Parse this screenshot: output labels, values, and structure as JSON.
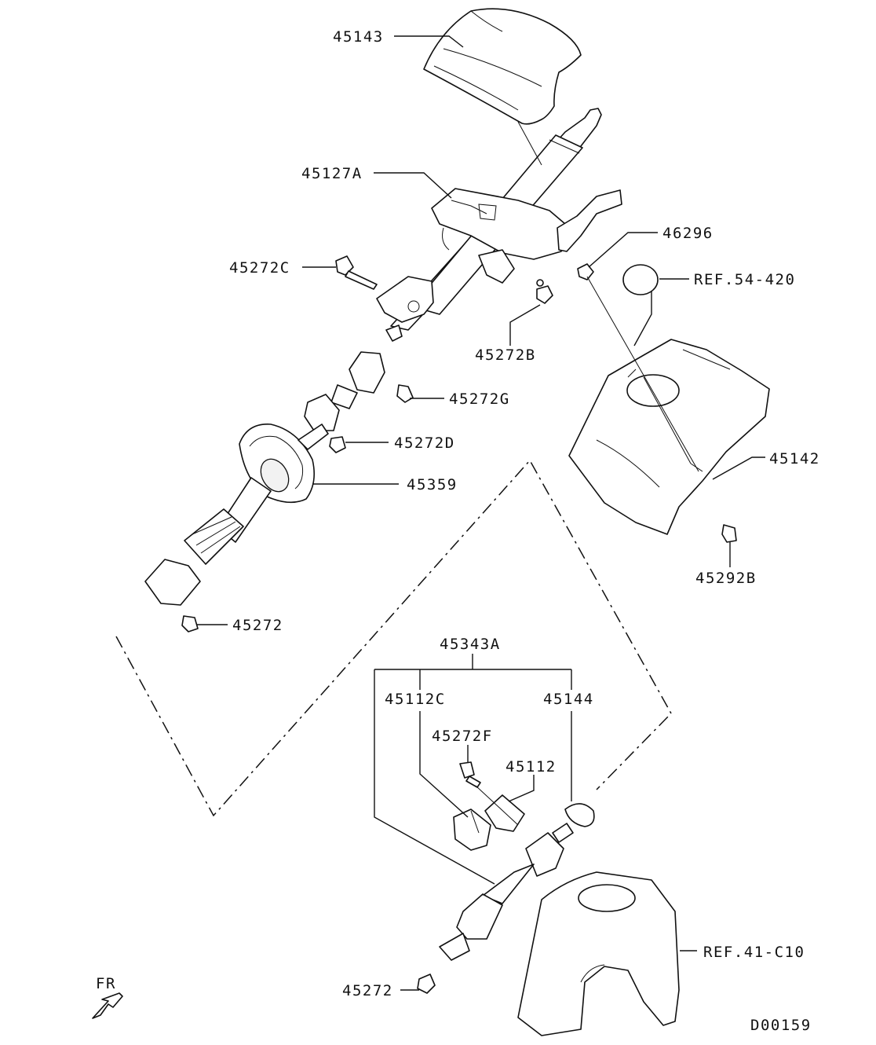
{
  "diagram": {
    "code": "D00159",
    "direction_label": "FR",
    "labels": {
      "l45143": "45143",
      "l45127A": "45127A",
      "l46296": "46296",
      "l45272C": "45272C",
      "lREF54": "REF.54-420",
      "l45272B": "45272B",
      "l45272G": "45272G",
      "l45272D": "45272D",
      "l45142": "45142",
      "l45359": "45359",
      "l45292B": "45292B",
      "l45272a": "45272",
      "l45343A": "45343A",
      "l45112C": "45112C",
      "l45144": "45144",
      "l45272F": "45272F",
      "l45112": "45112",
      "lREF41": "REF.41-C10",
      "l45272b": "45272"
    }
  }
}
